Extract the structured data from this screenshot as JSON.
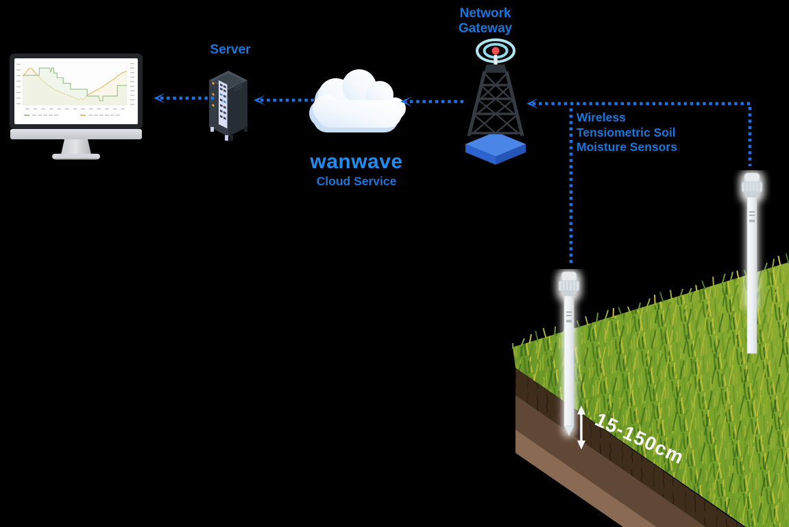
{
  "scene": {
    "background": "#000000"
  },
  "labels": {
    "server": "Server",
    "gateway_line1": "Network",
    "gateway_line2": "Gateway",
    "cloud_logo": "wanwave",
    "cloud_subtitle": "Cloud Service",
    "sensors_line1": "Wireless",
    "sensors_line2": "Tensiometric Soil",
    "sensors_line3": "Moisture Sensors",
    "depth_range": "15-150cm"
  },
  "colors": {
    "label_blue": "#1677dd",
    "logo_blue": "#1f8df2",
    "connector_blue": "#1c75e8",
    "depth_text": "#ffffff",
    "tower_dark": "#343b43",
    "base_blue_top": "#4b86e6",
    "signal_red": "#f25050",
    "ring_cyan": "#9ee2f0"
  },
  "chart_data": {
    "type": "line",
    "title": "",
    "xlabel": "",
    "ylabel": "",
    "note": "chart on monitor screen; axis tick and legend strings too small to read",
    "x_ticks": 13,
    "y_ticks_left": 8,
    "y_ticks_right": 10,
    "grid": false,
    "legend_position": "bottom",
    "series": [
      {
        "name": "green-step-area",
        "color": "#9cc48e",
        "fill": "#e7f1df",
        "step": true,
        "points_pct": [
          [
            0,
            30
          ],
          [
            16,
            30
          ],
          [
            16,
            13
          ],
          [
            26,
            13
          ],
          [
            27,
            22
          ],
          [
            28,
            13
          ],
          [
            30,
            13
          ],
          [
            30,
            25
          ],
          [
            33,
            25
          ],
          [
            33,
            36
          ],
          [
            39,
            36
          ],
          [
            39,
            49
          ],
          [
            46,
            49
          ],
          [
            46,
            63
          ],
          [
            62,
            63
          ],
          [
            62,
            79
          ],
          [
            73,
            79
          ],
          [
            74,
            90
          ],
          [
            77,
            90
          ],
          [
            77,
            79
          ],
          [
            91,
            79
          ],
          [
            91,
            54
          ],
          [
            100,
            54
          ]
        ]
      },
      {
        "name": "orange-area",
        "color": "#e5be69",
        "fill": "#f9f1da",
        "step": false,
        "points_pct": [
          [
            0,
            33
          ],
          [
            3,
            24
          ],
          [
            6,
            14
          ],
          [
            9,
            15
          ],
          [
            13,
            26
          ],
          [
            18,
            40
          ],
          [
            24,
            53
          ],
          [
            31,
            64
          ],
          [
            38,
            72
          ],
          [
            45,
            78
          ],
          [
            50,
            83
          ],
          [
            54,
            88
          ],
          [
            56,
            84
          ],
          [
            58,
            88
          ],
          [
            62,
            77
          ],
          [
            67,
            70
          ],
          [
            72,
            64
          ],
          [
            77,
            57
          ],
          [
            82,
            48
          ],
          [
            87,
            40
          ],
          [
            92,
            30
          ],
          [
            96,
            24
          ],
          [
            100,
            20
          ]
        ]
      }
    ],
    "legend": [
      {
        "swatch": "#9cc48e"
      },
      {
        "swatch": "#e5be69"
      }
    ]
  }
}
